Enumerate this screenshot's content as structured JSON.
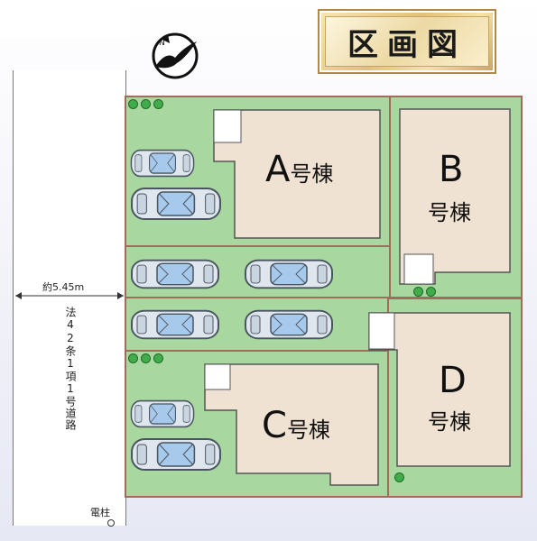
{
  "title": "区画図",
  "road": {
    "width_label": "約5.45m",
    "type_label": "法42条1項1号道路"
  },
  "pole_label": "電柱",
  "lots": [
    {
      "id": "A",
      "name": "A",
      "suffix": "号棟"
    },
    {
      "id": "B",
      "name": "B",
      "suffix": "号棟"
    },
    {
      "id": "C",
      "name": "C",
      "suffix": "号棟"
    },
    {
      "id": "D",
      "name": "D",
      "suffix": "号棟"
    }
  ],
  "colors": {
    "lot_green": "#a8d8a0",
    "boundary": "#a26b5a",
    "building": "#efe2d2",
    "tree": "#3fae4a"
  },
  "icons": {
    "compass": "north-arrow-bird-icon",
    "car": "car-icon",
    "tree": "tree-icon"
  }
}
